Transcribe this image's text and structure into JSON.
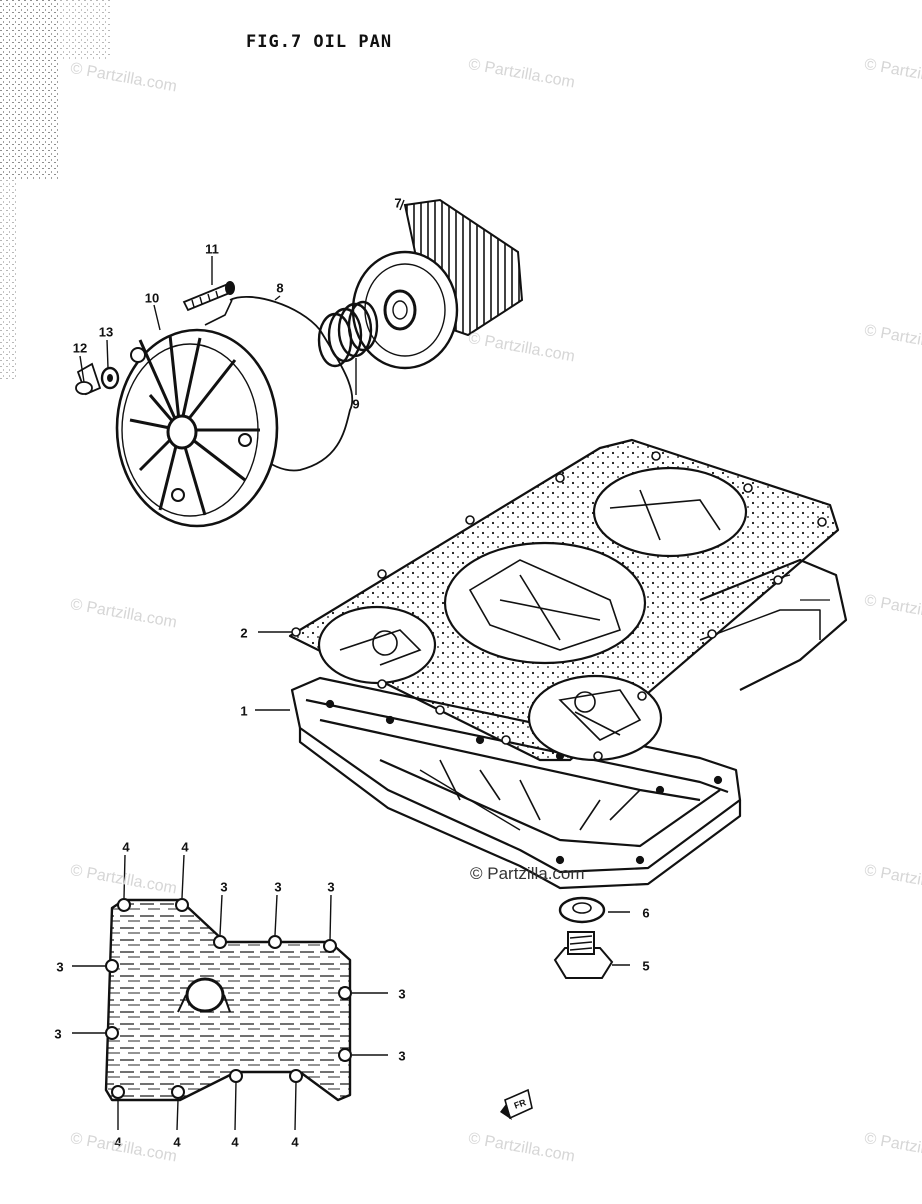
{
  "figure": {
    "title": "FIG.7  OIL PAN"
  },
  "callouts": [
    {
      "id": "c1",
      "text": "1"
    },
    {
      "id": "c2",
      "text": "2"
    },
    {
      "id": "c3a",
      "text": "3"
    },
    {
      "id": "c3b",
      "text": "3"
    },
    {
      "id": "c3c",
      "text": "3"
    },
    {
      "id": "c3d",
      "text": "3"
    },
    {
      "id": "c3e",
      "text": "3"
    },
    {
      "id": "c3f",
      "text": "3"
    },
    {
      "id": "c3g",
      "text": "3"
    },
    {
      "id": "c4a",
      "text": "4"
    },
    {
      "id": "c4b",
      "text": "4"
    },
    {
      "id": "c4c",
      "text": "4"
    },
    {
      "id": "c4d",
      "text": "4"
    },
    {
      "id": "c4e",
      "text": "4"
    },
    {
      "id": "c4f",
      "text": "4"
    },
    {
      "id": "c5",
      "text": "5"
    },
    {
      "id": "c6",
      "text": "6"
    },
    {
      "id": "c7",
      "text": "7"
    },
    {
      "id": "c8",
      "text": "8"
    },
    {
      "id": "c9",
      "text": "9"
    },
    {
      "id": "c10",
      "text": "10"
    },
    {
      "id": "c11",
      "text": "11"
    },
    {
      "id": "c12",
      "text": "12"
    },
    {
      "id": "c13",
      "text": "13"
    }
  ],
  "watermark": {
    "text": "© Partzilla.com"
  },
  "front_marker": {
    "text": "FR"
  }
}
